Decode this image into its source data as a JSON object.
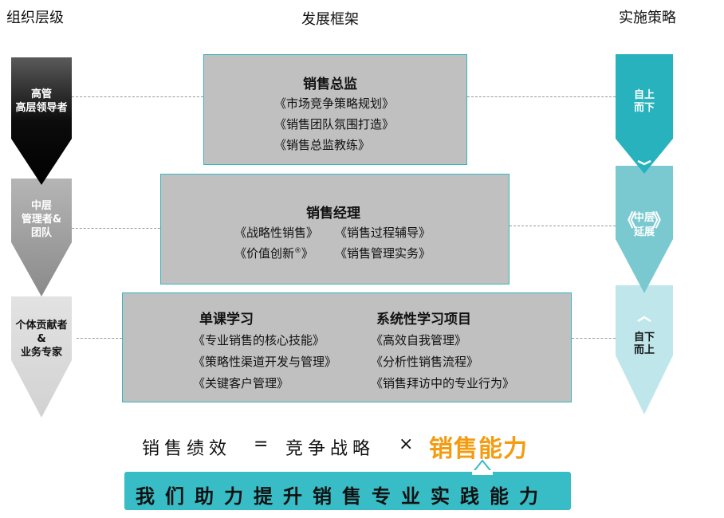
{
  "headers": {
    "org_level": "组织层级",
    "framework": "发展框架",
    "strategy": "实施策略"
  },
  "levels": [
    {
      "line1": "高管",
      "line2": "高层领导者",
      "line3": ""
    },
    {
      "line1": "中层",
      "line2": "管理者&",
      "line3": "团队"
    },
    {
      "line1": "个体贡献者",
      "line2": "&",
      "line3": "业务专家"
    }
  ],
  "boxes": {
    "director": {
      "title": "销售总监",
      "courses": [
        "《市场竞争策略规划》",
        "《销售团队氛围打造》",
        "《销售总监教练》"
      ]
    },
    "manager": {
      "title": "销售经理",
      "courses_left": [
        "《战略性销售》",
        "《价值创新",
        "》"
      ],
      "registered": "®",
      "courses_right": [
        "《销售过程辅导》",
        "《销售管理实务》"
      ]
    },
    "individual": {
      "title_left": "单课学习",
      "title_right": "系统性学习项目",
      "courses_left": [
        "《专业销售的核心技能》",
        "《策略性渠道开发与管理》",
        "《关键客户管理》"
      ],
      "courses_right": [
        "《高效自我管理》",
        "《分析性销售流程》",
        "《销售拜访中的专业行为》"
      ]
    }
  },
  "strategy": {
    "top_1": "自上",
    "top_2": "而下",
    "mid_bracket_left": "《",
    "mid_1": "中层",
    "mid_2": "延展",
    "mid_bracket_right": "》",
    "bottom_1": "自下",
    "bottom_2": "而上"
  },
  "formula": {
    "left": "销售绩效",
    "eq": "=",
    "middle": "竞争战略",
    "times": "×",
    "highlight": "销售能力"
  },
  "banner": {
    "text": "我们助力提升销售专业实践能力"
  },
  "colors": {
    "box_fill": "#c0c0c0",
    "box_border": "#2fb8c0",
    "highlight": "#f39c12",
    "banner": "#38bcc6"
  }
}
